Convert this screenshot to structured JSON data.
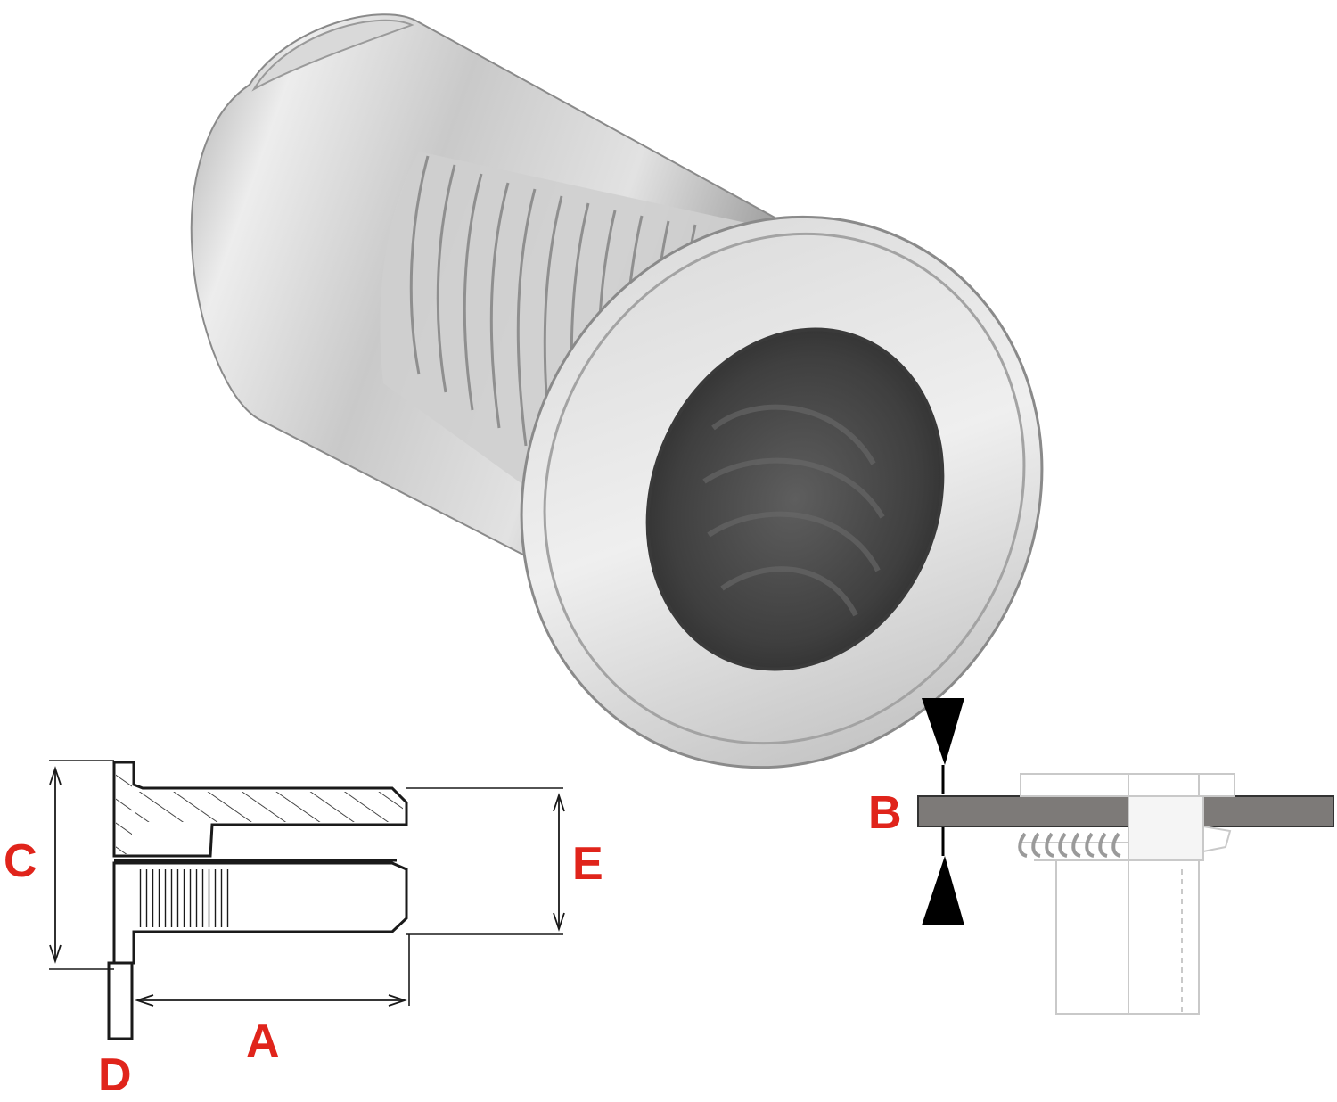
{
  "labels": {
    "A": "A",
    "B": "B",
    "C": "C",
    "D": "D",
    "E": "E"
  },
  "colors": {
    "label": "#e0241b",
    "line": "#1a1a1a",
    "sheet": "#7d7a78",
    "metal_light": "#e6e6e6",
    "metal_mid": "#bdbdbd",
    "metal_dark": "#6f6f6f",
    "bore": "#4a4a4a"
  }
}
